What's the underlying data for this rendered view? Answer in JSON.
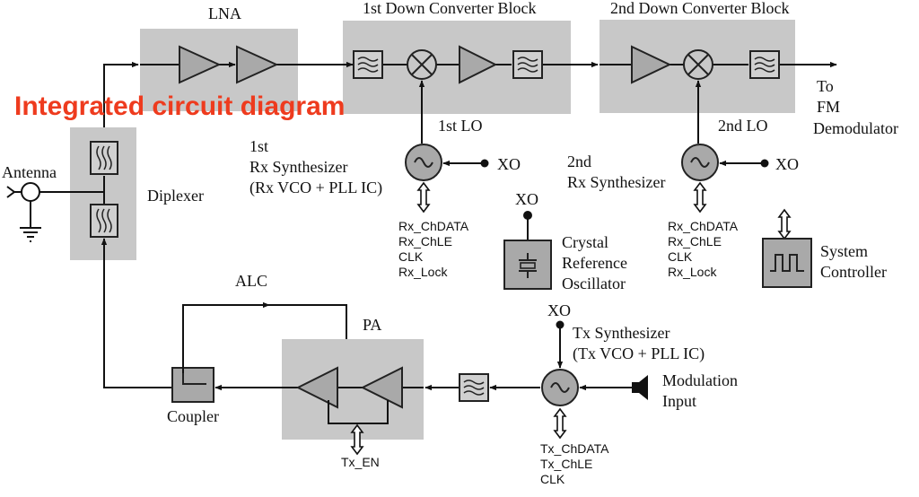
{
  "overlay_title": "Integrated circuit diagram",
  "colors": {
    "overlay": "#ee3b1e",
    "block": "#c8c8c8",
    "component": "#a9a9a9"
  },
  "labels": {
    "lna": "LNA",
    "down1": "1st Down Converter Block",
    "down2": "2nd Down Converter Block",
    "to1": "To",
    "to2": "FM",
    "to3": "Demodulator",
    "antenna": "Antenna",
    "diplexer": "Diplexer",
    "lo1": "1st LO",
    "lo2": "2nd LO",
    "rxsyn1_1": "1st",
    "rxsyn1_2": "Rx Synthesizer",
    "rxsyn1_3": "(Rx VCO + PLL IC)",
    "rxsyn2_1": "2nd",
    "rxsyn2_2": "Rx Synthesizer",
    "xo": "XO",
    "rx_chdata": "Rx_ChDATA",
    "rx_chle": "Rx_ChLE",
    "clk": "CLK",
    "rx_lock": "Rx_Lock",
    "crystal1": "Crystal",
    "crystal2": "Reference",
    "crystal3": "Oscillator",
    "sys1": "System",
    "sys2": "Controller",
    "alc": "ALC",
    "pa": "PA",
    "coupler": "Coupler",
    "tx_en": "Tx_EN",
    "txsyn1": "Tx Synthesizer",
    "txsyn2": "(Tx VCO + PLL IC)",
    "mod1": "Modulation",
    "mod2": "Input",
    "tx_chdata": "Tx_ChDATA",
    "tx_chle": "Tx_ChLE"
  }
}
